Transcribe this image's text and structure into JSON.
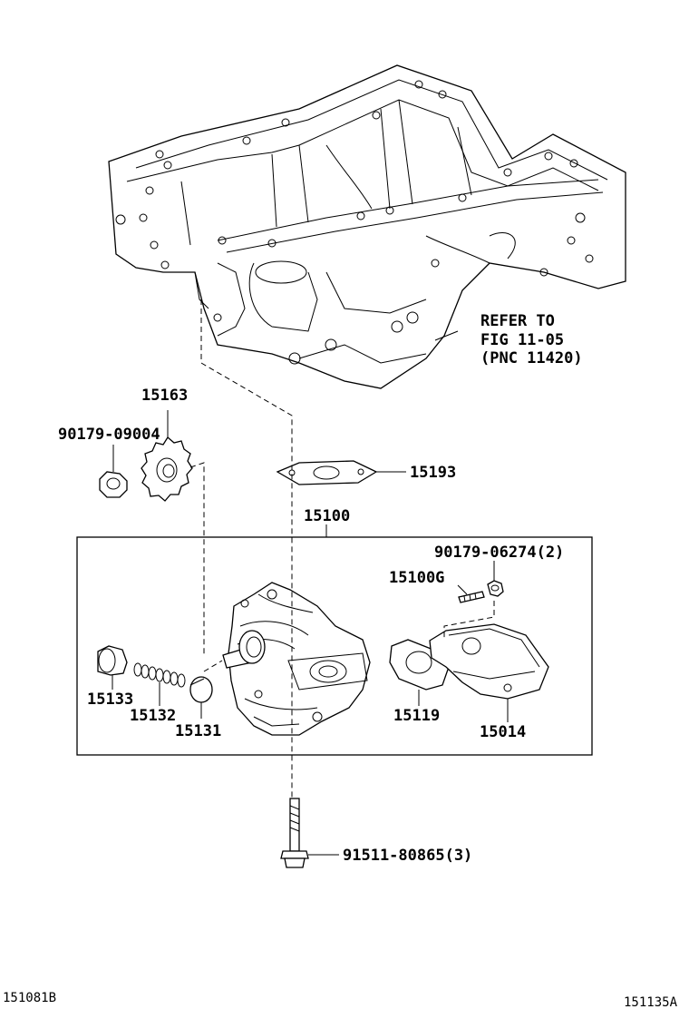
{
  "labels": {
    "refer_1": "REFER TO",
    "refer_2": "FIG 11-05",
    "refer_3": "(PNC 11420)",
    "p15163": "15163",
    "p90179_09004": "90179-09004",
    "p15193": "15193",
    "p15100": "15100",
    "p90179_06274": "90179-06274(2)",
    "p15100G": "15100G",
    "p15133": "15133",
    "p15132": "15132",
    "p15131": "15131",
    "p15119": "15119",
    "p15014": "15014",
    "p91511_80865": "91511-80865(3)",
    "code_left": "151081B",
    "code_right": "151135A"
  }
}
